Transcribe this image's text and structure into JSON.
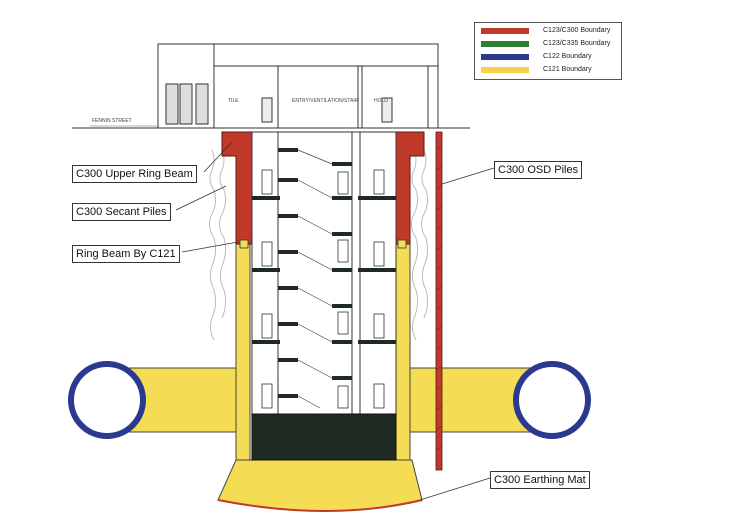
{
  "legend": [
    {
      "label": "C123/C300 Boundary",
      "color": "#c0392b"
    },
    {
      "label": "C123/C335 Boundary",
      "color": "#2e7d32"
    },
    {
      "label": "C122 Boundary",
      "color": "#2b3a8f"
    },
    {
      "label": "C121 Boundary",
      "color": "#f2d34a"
    }
  ],
  "callouts": {
    "upper_ring_beam": "C300 Upper Ring Beam",
    "secant_piles": "C300 Secant Piles",
    "ring_beam_c121": "Ring Beam By C121",
    "osd_piles": "C300 OSD Piles",
    "earthing_mat": "C300 Earthing Mat"
  },
  "building_labels": {
    "street": "FENNIN STREET",
    "left_room": "TILE",
    "center_shaft": "ENTRY/VENTILATION/STAIR",
    "right_room": "HOLD"
  },
  "colors": {
    "red": "#c0392b",
    "yellow": "#f4dc55",
    "dark_green": "#1f2a23",
    "blue": "#2b3a8f"
  }
}
